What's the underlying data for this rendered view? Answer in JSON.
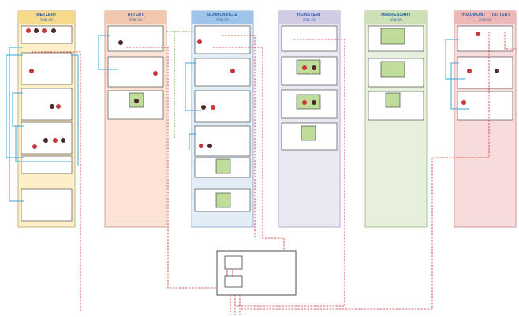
{
  "zones": [
    {
      "name": "METZERT",
      "sub": "ZÔNE 100",
      "bg": "#fdf0c8",
      "head": "#f6d98a",
      "text": "#2a5fa8"
    },
    {
      "name": "ATTERT",
      "sub": "ZÔNE 200",
      "bg": "#fbe4d6",
      "head": "#f3c7ad",
      "text": "#2a5fa8"
    },
    {
      "name": "SCHOCKVILLE",
      "sub": "ZÔNE 300",
      "bg": "#e3edf7",
      "head": "#9fc6ea",
      "text": "#2a5fa8"
    },
    {
      "name": "HEINSTERT",
      "sub": "ZÔNE 400",
      "bg": "#ebe8f4",
      "head": "#d2cbe6",
      "text": "#2a5fa8"
    },
    {
      "name": "NOBRESSART",
      "sub": "ZÔNE 500",
      "bg": "#e6f0dc",
      "head": "#cde0b6",
      "text": "#2a5fa8"
    },
    {
      "name": "THIAUMONT     TATTERT",
      "sub": "ZÔNE 600",
      "bg": "#f8dcdc",
      "head": "#eeb8b8",
      "text": "#2a5fa8"
    }
  ],
  "colors": {
    "cable_blue": "#3ba7d6",
    "cable_red": "#d42a2a",
    "box_stroke": "#222222",
    "green_unit": "#bfdc9a",
    "camera_dark": "#4a2a2a",
    "camera_red": "#c43a3a"
  },
  "icons": [
    "camera-icon",
    "speaker-icon",
    "server-rack-icon"
  ]
}
